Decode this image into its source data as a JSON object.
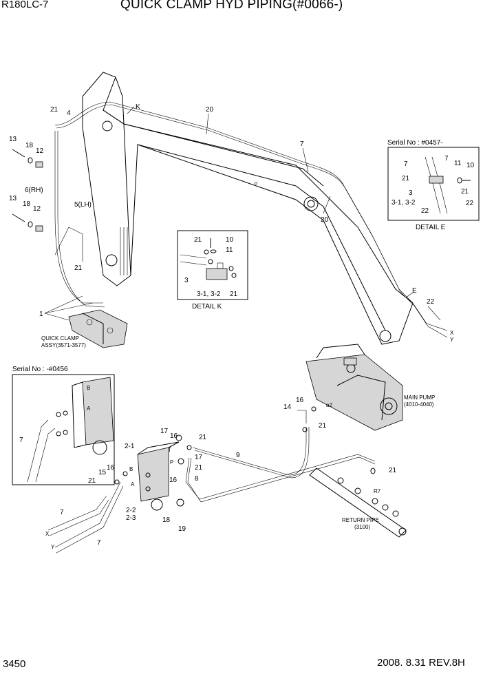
{
  "header": {
    "model": "R180LC-7",
    "title": "QUICK CLAMP HYD PIPING(#0066-)"
  },
  "footer": {
    "page": "3450",
    "revision": "2008. 8.31  REV.8H"
  },
  "details": {
    "e": {
      "serial": "Serial No : #0457-",
      "caption": "DETAIL  E"
    },
    "k": {
      "caption": "DETAIL  K"
    },
    "early": {
      "serial": "Serial No : -#0456"
    }
  },
  "assemblies": {
    "quick_clamp": [
      "QUICK CLAMP",
      "ASSY(3571-3577)"
    ],
    "main_pump": [
      "MAIN PUMP",
      "(4010-4040)"
    ],
    "return_pipe": [
      "RETURN PIPE",
      "(3100)"
    ]
  },
  "callouts": {
    "k": "K",
    "e": "E",
    "p20a": "20",
    "p7a": "7",
    "p20b": "20",
    "p22": "22",
    "px": "X",
    "py": "Y",
    "p21a": "21",
    "p4": "4",
    "p13a": "13",
    "p18a": "18",
    "p12a": "12",
    "p6": "6(RH)",
    "p5": "5(LH)",
    "p13b": "13",
    "p18b": "18",
    "p12b": "12",
    "p21b": "21",
    "p1": "1",
    "k21": "21",
    "k10": "10",
    "k11": "11",
    "k3": "3",
    "k31": "3-1, 3-2",
    "k21b": "21",
    "e7a": "7",
    "e7b": "7",
    "e11": "11",
    "e10": "10",
    "e21a": "21",
    "e3": "3",
    "e21b": "21",
    "e31": "3-1, 3-2",
    "e22a": "22",
    "e22b": "22",
    "s7": "7",
    "sB": "B",
    "sA": "A",
    "c17": "17",
    "c16a": "16",
    "c21a": "21",
    "c21": "2-1",
    "cT": "T",
    "cP": "P",
    "c17b": "17",
    "c21b": "21",
    "c9": "9",
    "c16b": "16",
    "c8": "8",
    "c16c": "16",
    "c15": "15",
    "cB": "B",
    "c21c": "21",
    "cA": "A",
    "c22": "2-2",
    "c23": "2-3",
    "c18": "18",
    "c19": "19",
    "c7a": "7",
    "cX": "X",
    "cY": "Y",
    "c7b": "7",
    "m16": "16",
    "m14": "14",
    "m21a": "21",
    "ma2": "a2",
    "m21b": "21",
    "mR7": "R7"
  }
}
